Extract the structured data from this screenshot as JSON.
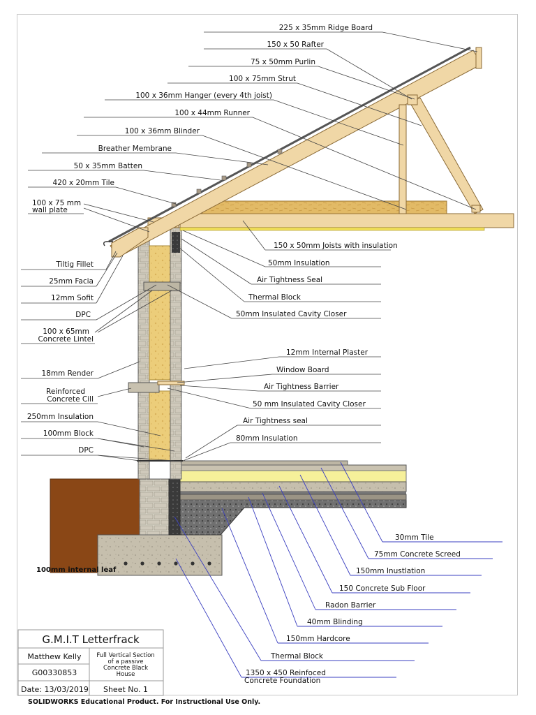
{
  "labels_top": [
    "225 x 35mm Ridge Board",
    "150 x 50 Rafter",
    "75 x 50mm Purlin",
    "100 x 75mm Strut",
    "100 x 36mm  Hanger (every 4th joist)",
    "100 x 44mm Runner",
    "100 x 36mm Blinder",
    "Breather Membrane",
    "50 x 35mm Batten",
    "420 x 20mm Tile"
  ],
  "label_wall_plate": [
    "100 x 75 mm",
    "wall plate"
  ],
  "labels_left": [
    "Tiltig Fillet",
    "25mm Facia",
    "12mm Sofit",
    "DPC"
  ],
  "label_lintel": [
    "100 x 65mm",
    "Concrete Lintel"
  ],
  "labels_left_lower": [
    "18mm Render"
  ],
  "label_cill": [
    "Reinforced",
    "Concrete Cill"
  ],
  "labels_left_bottom": [
    "250mm Insulation",
    "100mm Block",
    "DPC"
  ],
  "labels_right": [
    "150 x 50mm Joists with insulation",
    "50mm Insulation",
    "Air Tightness Seal",
    "Thermal Block",
    "50mm Insulated Cavity Closer"
  ],
  "labels_right_mid": [
    "12mm Internal Plaster",
    "Window Board",
    "Air Tightness Barrier",
    "50 mm Insulated Cavity Closer",
    "Air Tightness seal",
    "80mm Insulation"
  ],
  "labels_bottom": [
    "30mm Tile",
    "75mm Concrete Screed",
    "150mm Inustlation",
    "150 Concrete Sub Floor",
    "Radon Barrier",
    "40mm Blinding",
    "150mm Hardcore",
    "Thermal Block"
  ],
  "label_foundation": [
    "1350 x 450 Reinfoced",
    "Concrete Foundation"
  ],
  "label_leaf": "100mm internal leaf",
  "title_block": {
    "school": "G.M.I.T Letterfrack",
    "author": "Matthew Kelly",
    "student_id": "G00330853",
    "date": "Date: 13/03/2019",
    "sheet": "Sheet No. 1",
    "title_lines": [
      "Full Vertical Section",
      "of a passive",
      "Concrete Black",
      "House"
    ]
  },
  "footer": "SOLIDWORKS Educational Product. For Instructional Use Only.",
  "colors": {
    "timber": "#f0d7a6",
    "timber_edge": "#b08a4e",
    "insulation": "#eed080",
    "foam_yellow": "#f6f09a",
    "block": "#d9d4c8",
    "concrete": "#c9c2b0",
    "soil": "#8a4716",
    "osb": "#e1bb66",
    "leader_blue": "#3a3fc0"
  }
}
